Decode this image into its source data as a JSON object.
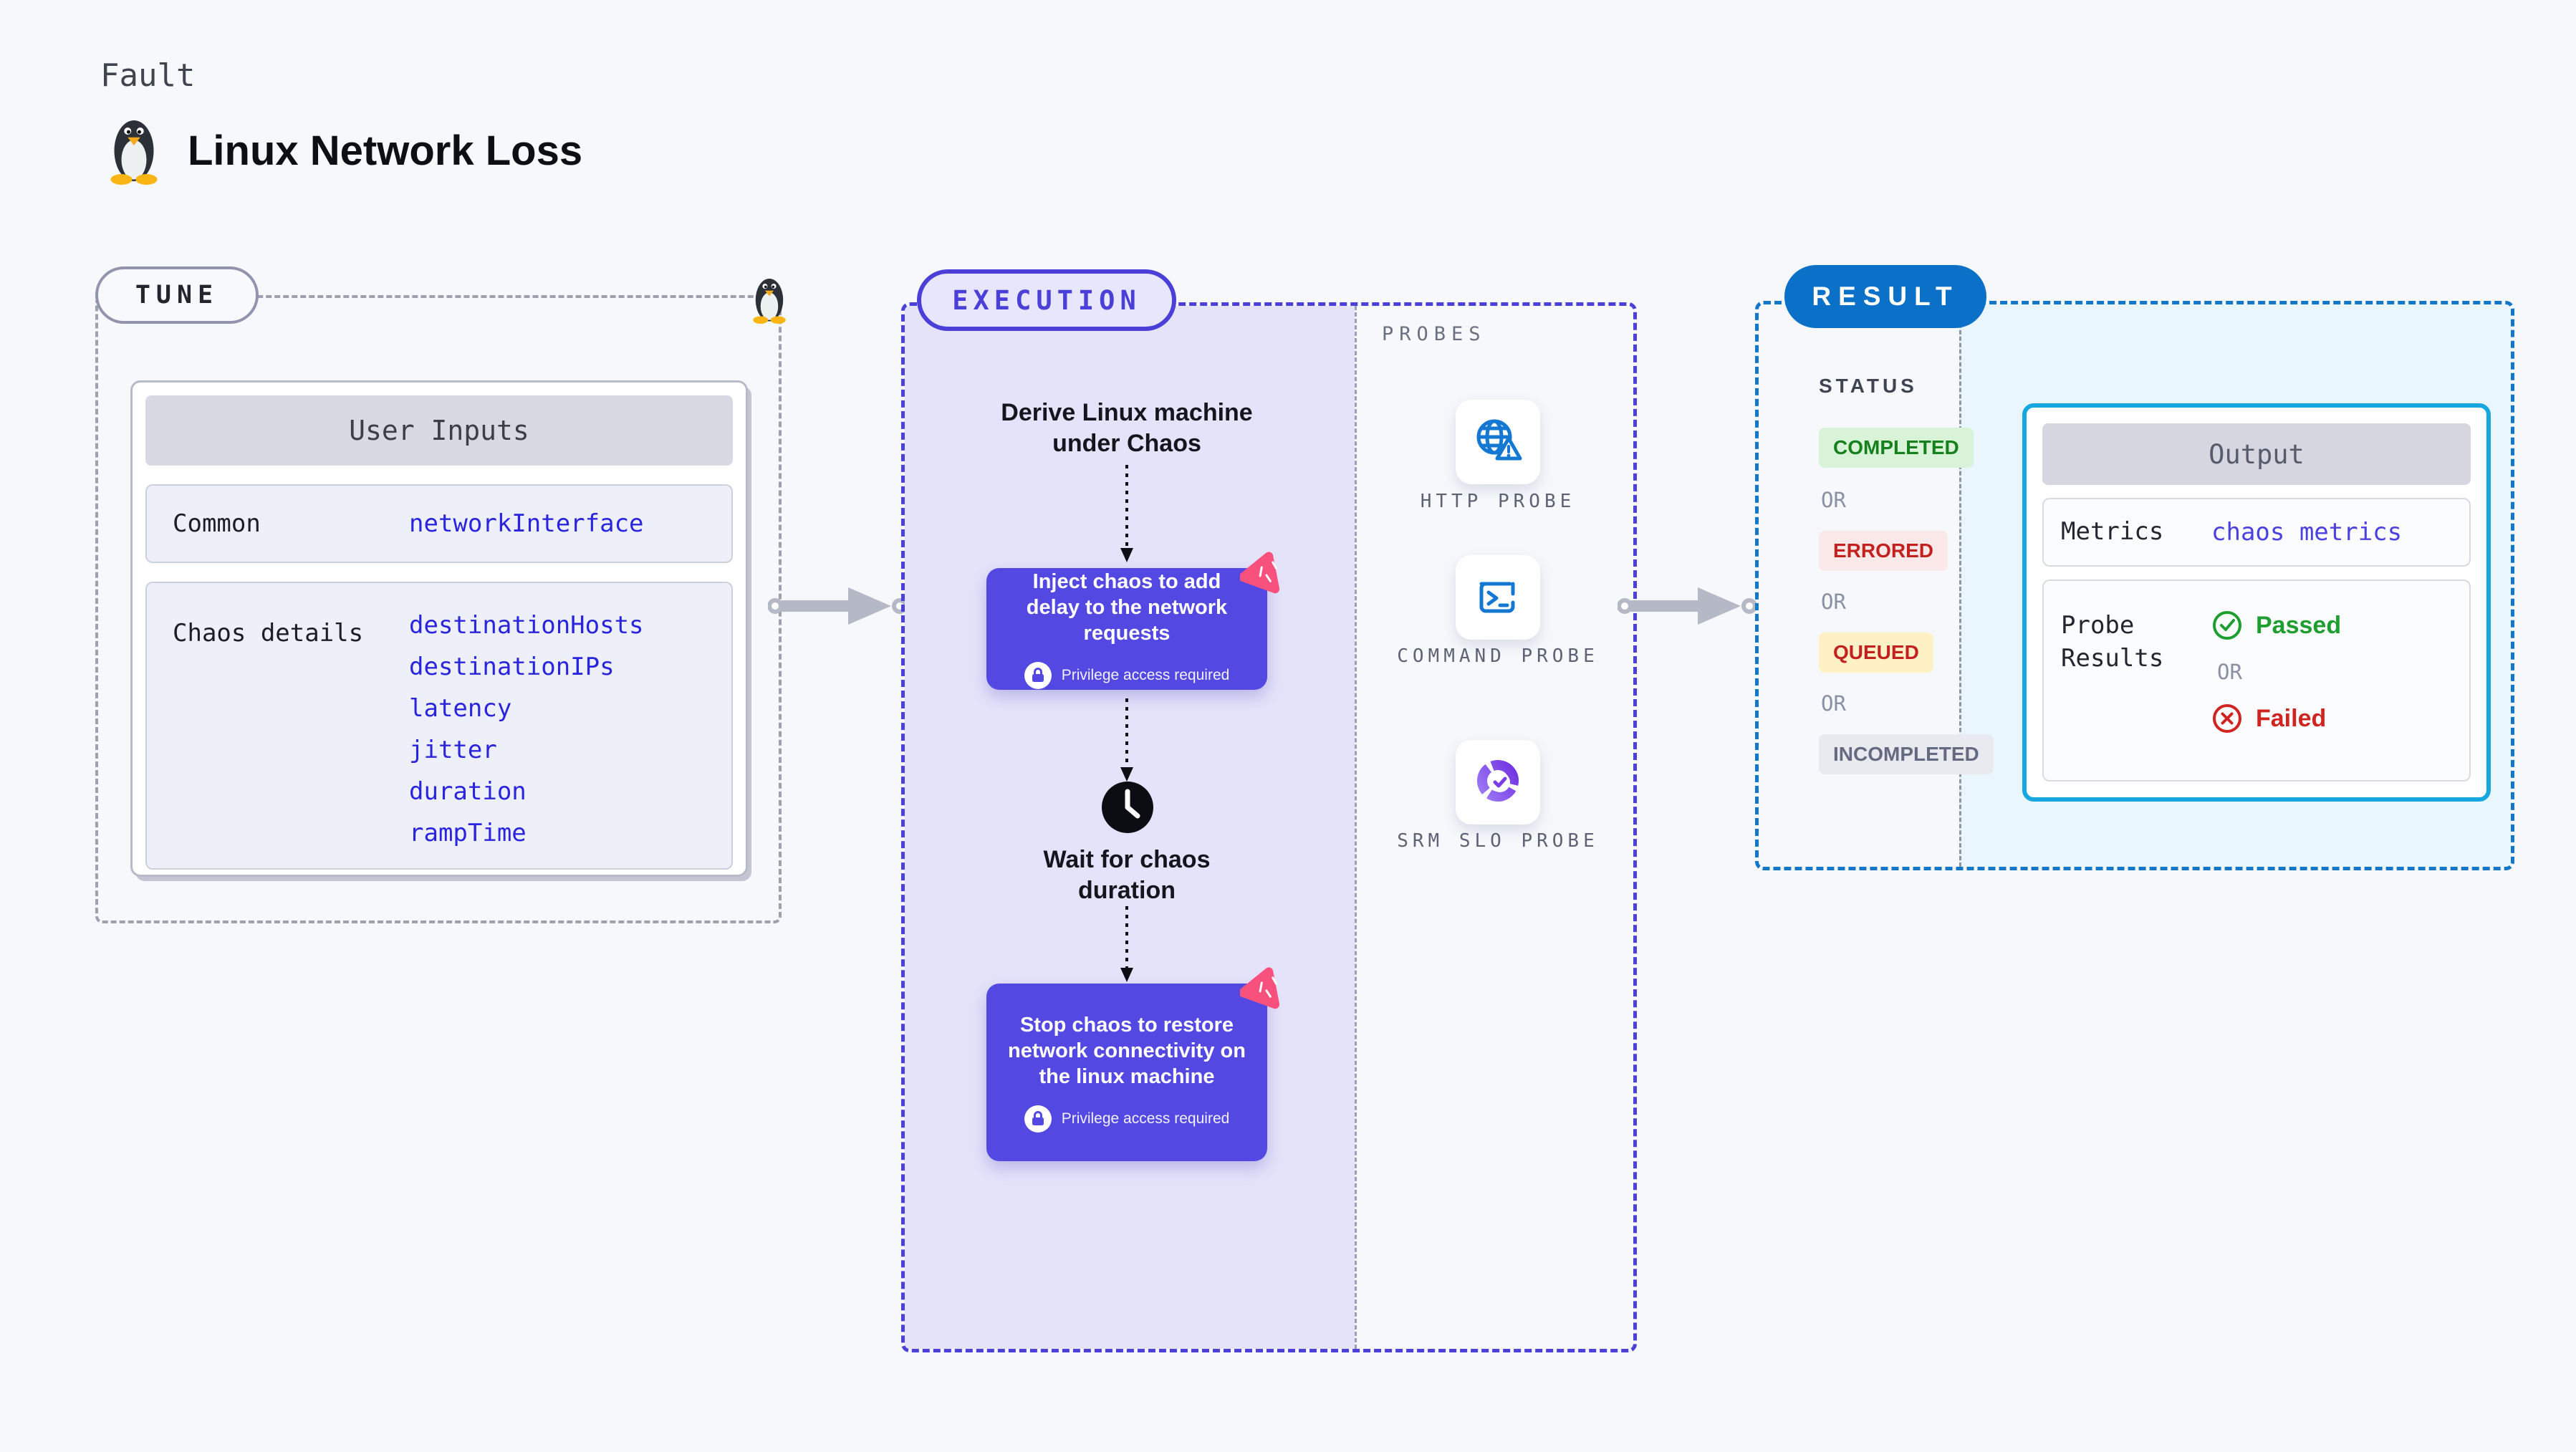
{
  "page": {
    "kicker": "Fault",
    "title": "Linux Network Loss"
  },
  "tune": {
    "badge": "TUNE",
    "card_title": "User Inputs",
    "rows": [
      {
        "label": "Common",
        "values": [
          "networkInterface"
        ]
      },
      {
        "label": "Chaos details",
        "values": [
          "destinationHosts",
          "destinationIPs",
          "latency",
          "jitter",
          "duration",
          "rampTime"
        ]
      }
    ]
  },
  "execution": {
    "badge": "EXECUTION",
    "derive_step": "Derive Linux machine under Chaos",
    "inject_step": "Inject chaos to add delay to the network requests",
    "wait_step": "Wait for chaos duration",
    "stop_step": "Stop chaos to restore network connectivity on the linux machine",
    "privilege_note": "Privilege access required"
  },
  "probes": {
    "heading": "PROBES",
    "items": [
      {
        "icon": "http-probe-icon",
        "label": "HTTP PROBE"
      },
      {
        "icon": "command-probe-icon",
        "label": "COMMAND PROBE"
      },
      {
        "icon": "srm-slo-probe-icon",
        "label": "SRM SLO PROBE"
      }
    ]
  },
  "result": {
    "badge": "RESULT",
    "status_heading": "STATUS",
    "or_label": "OR",
    "statuses": [
      {
        "label": "COMPLETED",
        "type": "success"
      },
      {
        "label": "ERRORED",
        "type": "error"
      },
      {
        "label": "QUEUED",
        "type": "queued"
      },
      {
        "label": "INCOMPLETED",
        "type": "muted"
      }
    ],
    "output": {
      "title": "Output",
      "metrics_label": "Metrics",
      "metrics_value": "chaos metrics",
      "probe_results_label": "Probe Results",
      "passed_label": "Passed",
      "failed_label": "Failed"
    }
  },
  "colors": {
    "brand_purple": "#4a3fd6",
    "chaos_card_purple": "#5348e1",
    "chaos_pink": "#f8517e",
    "result_blue": "#0b70c7",
    "output_border_cyan": "#16a7e0",
    "value_blue": "#2a25dd",
    "success_green": "#15801c",
    "error_red": "#c32120",
    "probe_icon_blue": "#1478d2"
  }
}
